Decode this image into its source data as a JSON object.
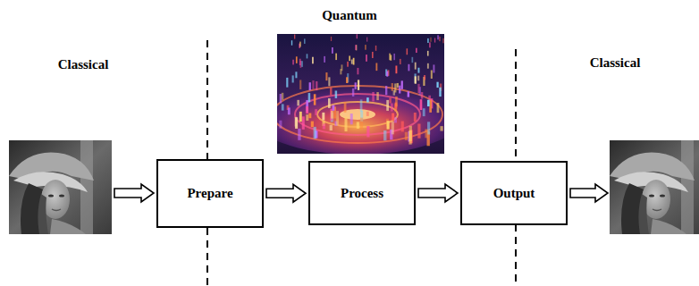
{
  "diagram": {
    "nodes": [
      {
        "text": [
          "Prepare"
        ]
      },
      {
        "text": [
          "Process"
        ]
      },
      {
        "text": [
          "Output"
        ]
      }
    ],
    "edges": [
      {
        "from": 0,
        "to": 1,
        "arrow": "to"
      },
      {
        "from": 1,
        "to": 2,
        "arrow": "to"
      }
    ],
    "labels": [
      "Quantum",
      "Classical",
      "Classical"
    ]
  }
}
